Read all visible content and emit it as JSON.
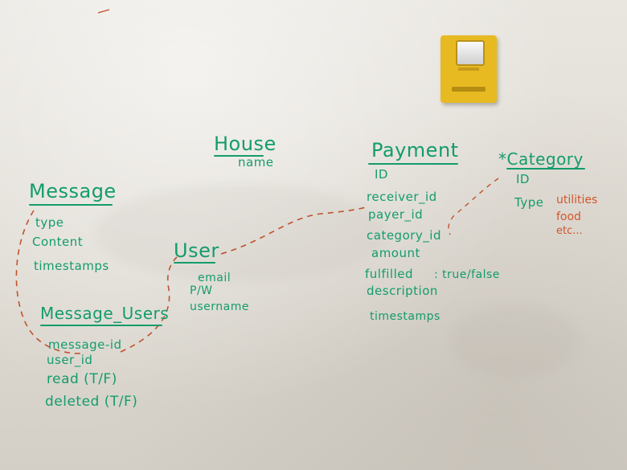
{
  "colors": {
    "marker_green": "#139c6c",
    "marker_orange": "#d2562b",
    "alarm_yellow": "#e8ba22"
  },
  "house": {
    "title": "House",
    "fields": [
      "name"
    ]
  },
  "payment": {
    "title": "Payment",
    "fields": [
      "ID",
      "receiver_id",
      "payer_id",
      "category_id",
      "amount",
      "fulfilled",
      "description",
      "timestamps"
    ],
    "fulfilled_note": ": true/false"
  },
  "category": {
    "title": "*Category",
    "fields": [
      "ID",
      "Type"
    ],
    "type_values": [
      "utilities",
      "food",
      "etc..."
    ]
  },
  "message": {
    "title": "Message",
    "fields": [
      "type",
      "Content",
      "timestamps"
    ]
  },
  "user": {
    "title": "User",
    "fields": [
      "email",
      "P/W",
      "username"
    ]
  },
  "message_users": {
    "title": "Message_Users",
    "fields": [
      "message-id",
      "user_id",
      "read (T/F)",
      "deleted (T/F)"
    ]
  },
  "fire_alarm_icon": "fire-alarm-strobe"
}
